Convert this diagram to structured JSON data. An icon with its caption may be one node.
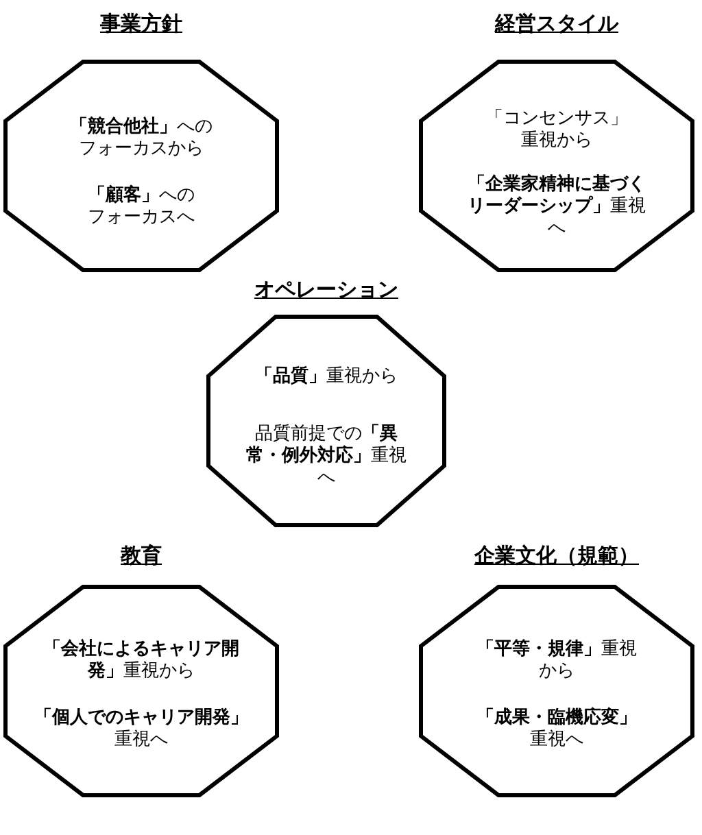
{
  "diagram": {
    "nodes": [
      {
        "text": [
          "事業方針",
          "**「競合他社」**へのフォーカスから",
          "**「顧客」**へのフォーカスへ"
        ]
      },
      {
        "text": [
          "経営スタイル",
          "「コンセンサス」重視から",
          "**「企業家精神に基づくリーダーシップ」**重視へ"
        ]
      },
      {
        "text": [
          "オペレーション",
          "**「品質」**重視から",
          "品質前提での**「異常・例外対応」**重視へ"
        ]
      },
      {
        "text": [
          "教育",
          "**「会社によるキャリア開発」**重視から",
          "**「個人でのキャリア開発」**重視へ"
        ]
      },
      {
        "text": [
          "企業文化（規範）",
          "**「平等・規律」**重視から",
          "**「成果・臨機応変」**重視へ"
        ]
      }
    ]
  }
}
